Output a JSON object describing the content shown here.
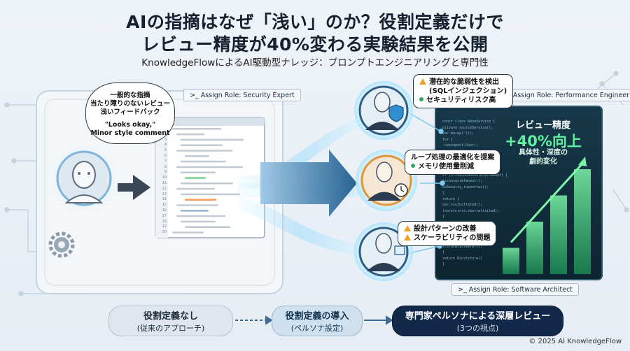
{
  "title_line1": "AIの指摘はなぜ「浅い」のか？役割定義だけで",
  "title_line2": "レビュー精度が40%変わる実験結果を公開",
  "subtitle": "KnowledgeFlowによるAI駆動型ナレッジ：プロンプトエンジニアリングと専門性",
  "bubble": {
    "line1": "一般的な指摘",
    "line2": "当たり障りのないレビュー",
    "line3": "浅いフィードバック",
    "line4": "\"Looks okay,\"",
    "line5": "Minor style comment"
  },
  "roles": {
    "security": ">_ Assign Role: Security Expert",
    "performance": ">_ Assign Role: Performance Engineer",
    "architect": ">_ Assign Role: Software Architect"
  },
  "callouts": {
    "security_l1": "潜在的な脆弱性を検出",
    "security_l2": "(SQLインジェクション)",
    "security_l3": "セキュリティリスク高",
    "performance_l1": "ループ処理の最適化を提案",
    "performance_l2": "メモリ使用量削減",
    "architect_l1": "設計パターンの改善",
    "architect_l2": "スケーラビリティの問題"
  },
  "chart_text": {
    "label": "レビュー精度",
    "value": "+40%向上",
    "note_l1": "具体性・深度の",
    "note_l2": "劇的変化"
  },
  "chart_data": {
    "type": "bar",
    "categories": [
      "",
      "",
      "",
      ""
    ],
    "values": [
      1,
      2,
      3,
      4
    ],
    "title": "",
    "xlabel": "",
    "ylabel": ""
  },
  "steps": {
    "step1_l1": "役割定義なし",
    "step1_l2": "(従来のアプローチ)",
    "step2_l1": "役割定義の導入",
    "step2_l2": "(ペルソナ設定)",
    "step3_l1": "専門家ペルソナによる深層レビュー",
    "step3_l2": "(3つの視点)"
  },
  "line_numbers": [
    "1",
    "2",
    "3",
    "4",
    "5",
    "6",
    "7",
    "8",
    "9",
    "10",
    "11",
    "12",
    "13",
    "14",
    "15",
    "16",
    "17",
    "18",
    "19",
    "20"
  ],
  "code_snippets": {
    "r1": "const class BaseService {",
    "r2": "  private sourceService();",
    "r3": "  var mwrap('());",
    "r4": "  for {",
    "r5": "  ->exsnpool.User);",
    "r6": "  var:sisnce = new.swss();",
    "r7": "  var:wisitent = ();",
    "r8": "  .cbmReducation() {",
    "r9": "  .Return();",
    "r10": "  if (x.ssendCanContereClement) {",
    "r11": "    ssconvasrmfanent();",
    "r12": "    ssSecuity.rusenttes();",
    "r13": "  }",
    "r14": "  return {",
    "r15": "    sec.ssuInstreted();",
    "r16": "    (cbrvtcrnrs.seorrettsited);",
    "r17": "  }",
    "r18": "  voonctionsmsos.sove",
    "r19": "  } (mowcanjesoocl);",
    "r20": "  return {",
    "r21": "    if (conusconnect();",
    "r22": "    (csrovatioreerert);",
    "r23": "  }",
    "r24": "  return Binststore()",
    "r25": "}"
  },
  "copyright": "© 2025 AI KnowledgeFlow",
  "colors": {
    "navy": "#12294a",
    "accent_green": "#5ff0a0",
    "warn_orange": "#f2a02a",
    "glow_cyan": "#7fdcff"
  }
}
